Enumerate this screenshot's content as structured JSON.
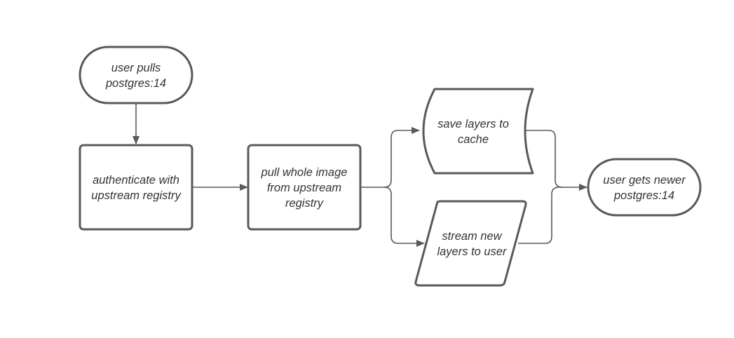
{
  "diagram": {
    "colors": {
      "stroke": "#595959",
      "text": "#333333",
      "fill": "#ffffff",
      "background": "#ffffff"
    },
    "nodes": {
      "start": {
        "shape": "terminator",
        "lines": [
          "user pulls",
          "postgres:14"
        ]
      },
      "authenticate": {
        "shape": "process",
        "lines": [
          "authenticate with",
          "upstream registry"
        ]
      },
      "pull": {
        "shape": "process",
        "lines": [
          "pull whole image",
          "from upstream",
          "registry"
        ]
      },
      "save": {
        "shape": "stored-data",
        "lines": [
          "save layers to",
          "cache"
        ]
      },
      "stream": {
        "shape": "input-output",
        "lines": [
          "stream new",
          "layers to user"
        ]
      },
      "end": {
        "shape": "terminator",
        "lines": [
          "user gets newer",
          "postgres:14"
        ]
      }
    },
    "edges": [
      {
        "from": "start",
        "to": "authenticate"
      },
      {
        "from": "authenticate",
        "to": "pull"
      },
      {
        "from": "pull",
        "to": "save"
      },
      {
        "from": "pull",
        "to": "stream"
      },
      {
        "from": "save",
        "to": "end"
      },
      {
        "from": "stream",
        "to": "end"
      }
    ]
  }
}
